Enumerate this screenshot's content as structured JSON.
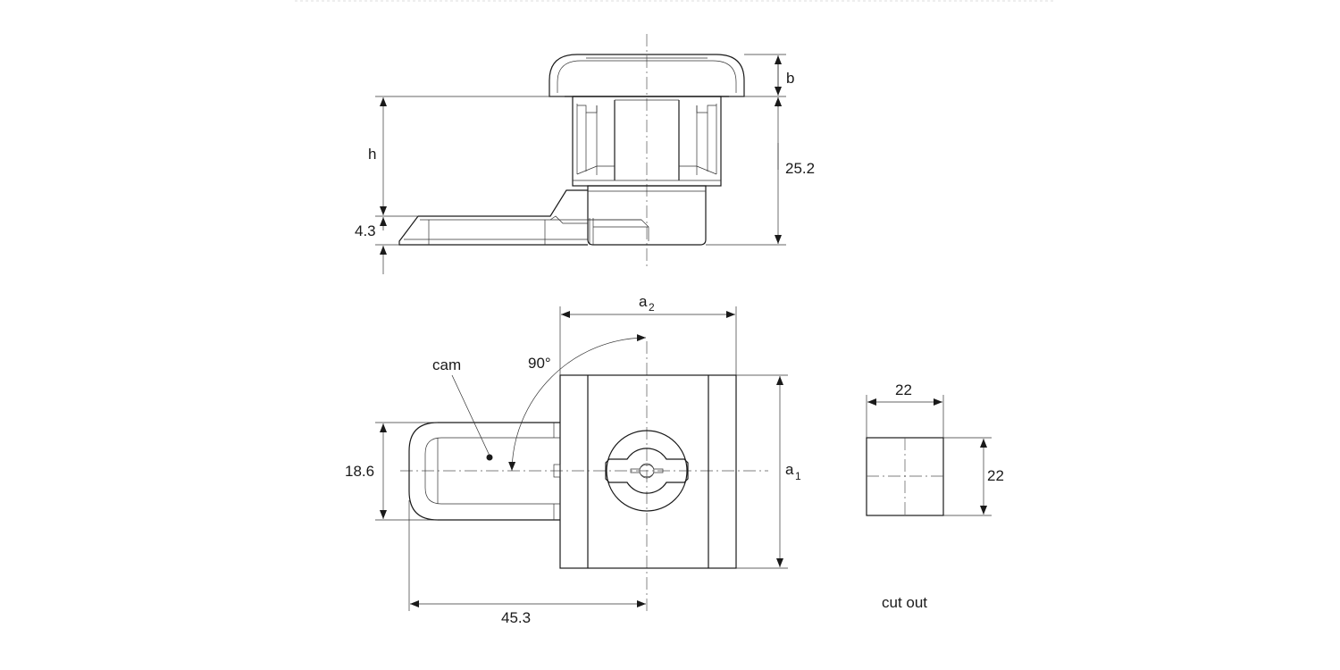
{
  "side_view": {
    "dim_b": "b",
    "dim_h": "h",
    "dim_total_height": "25.2",
    "dim_cam_thickness": "4.3"
  },
  "front_view": {
    "dim_a2_main": "a",
    "dim_a2_sub": "2",
    "dim_a1_main": "a",
    "dim_a1_sub": "1",
    "dim_cam_width": "18.6",
    "dim_cam_length": "45.3",
    "rotation_angle": "90°",
    "cam_label": "cam"
  },
  "cutout_view": {
    "dim_width": "22",
    "dim_height": "22",
    "label": "cut out"
  }
}
